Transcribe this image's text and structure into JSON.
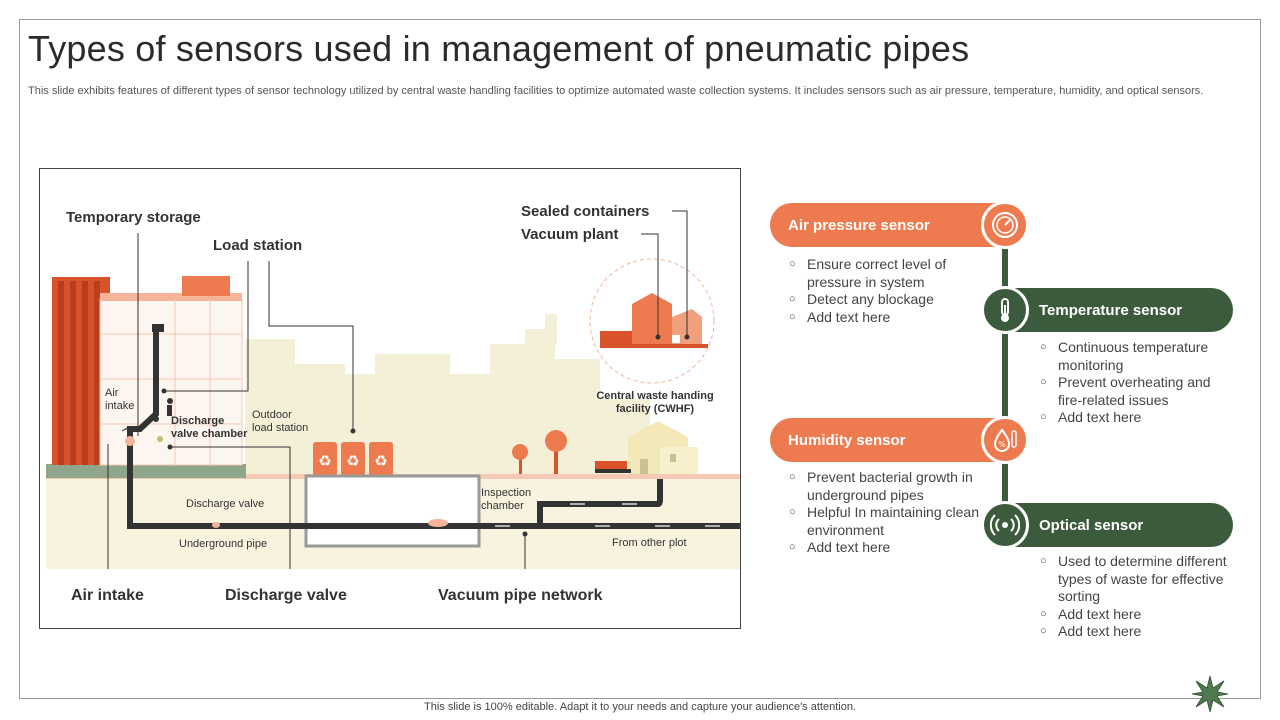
{
  "title": "Types of sensors used in management of pneumatic pipes",
  "subtitle": "This slide exhibits features of different types of sensor technology utilized by central waste handling facilities to optimize automated waste collection systems. It includes sensors such as air pressure, temperature, humidity, and optical sensors.",
  "footer": "This slide is 100% editable. Adapt it to your needs and capture your audience's attention.",
  "diagram": {
    "temporary_storage": "Temporary storage",
    "load_station": "Load station",
    "sealed_containers": "Sealed containers",
    "vacuum_plant": "Vacuum plant",
    "cwhf_line1": "Central waste handing",
    "cwhf_line2": "facility (CWHF)",
    "air_intake_small_1": "Air",
    "air_intake_small_2": "intake",
    "discharge_chamber_1": "Discharge",
    "discharge_chamber_2": "valve chamber",
    "outdoor_1": "Outdoor",
    "outdoor_2": "load station",
    "inspection_1": "Inspection",
    "inspection_2": "chamber",
    "discharge_valve_small": "Discharge valve",
    "underground_pipe": "Underground pipe",
    "from_other_plot": "From other plot",
    "air_intake": "Air intake",
    "discharge_valve": "Discharge valve",
    "vacuum_pipe_network": "Vacuum pipe network"
  },
  "sensors": [
    {
      "name": "Air pressure  sensor",
      "color": "#ee7b4f",
      "icon": "gauge-icon",
      "bullets": [
        "Ensure correct level of pressure in system",
        "Detect any blockage",
        "Add text here"
      ]
    },
    {
      "name": "Temperature sensor",
      "color": "#3c5a3c",
      "icon": "thermometer-icon",
      "bullets": [
        "Continuous temperature monitoring",
        "Prevent overheating and fire-related issues",
        "Add text here"
      ]
    },
    {
      "name": "Humidity sensor",
      "color": "#ee7b4f",
      "icon": "humidity-icon",
      "bullets": [
        "Prevent bacterial growth in underground pipes",
        "Helpful In maintaining clean environment",
        "Add text here"
      ]
    },
    {
      "name": "Optical sensor",
      "color": "#3c5a3c",
      "icon": "optical-signal-icon",
      "bullets": [
        "Used to determine different types of waste for effective sorting",
        "Add text here",
        "Add text here"
      ]
    }
  ]
}
